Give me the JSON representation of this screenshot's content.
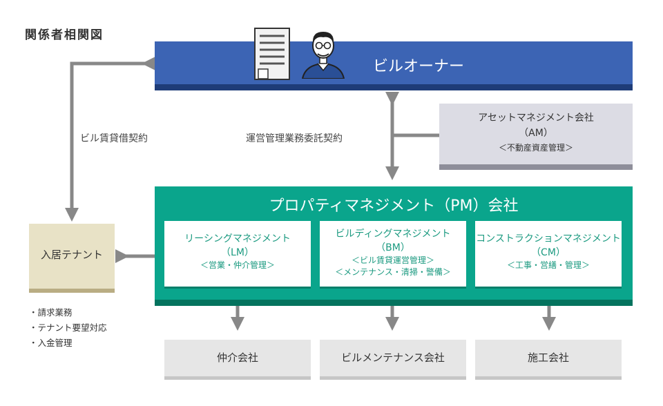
{
  "title": "関係者相関図",
  "owner": {
    "label": "ビルオーナー"
  },
  "contracts": {
    "lease": "ビル賃貸借契約",
    "management": "運営管理業務委託契約"
  },
  "am": {
    "name": "アセットマネジメント会社",
    "abbr": "（AM）",
    "desc": "＜不動産資産管理＞"
  },
  "pm": {
    "title": "プロパティマネジメント（PM）会社",
    "units": [
      {
        "name": "リーシングマネジメント",
        "abbr": "（LM）",
        "desc": [
          "＜営業・仲介管理＞"
        ]
      },
      {
        "name": "ビルディングマネジメント",
        "abbr": "（BM）",
        "desc": [
          "＜ビル賃貸運営管理＞",
          "＜メンテナンス・清掃・警備＞"
        ]
      },
      {
        "name": "コンストラクションマネジメント",
        "abbr": "（CM）",
        "desc": [
          "＜工事・営繕・管理＞"
        ]
      }
    ]
  },
  "tenant": {
    "label": "入居テナント",
    "duties": [
      "・請求業務",
      "・テナント要望対応",
      "・入金管理"
    ]
  },
  "contractors": [
    "仲介会社",
    "ビルメンテナンス会社",
    "施工会社"
  ],
  "colors": {
    "owner": "#3c64b4",
    "pm": "#0aa58c",
    "am": "#dcdce4",
    "tenant": "#e8e2c6",
    "arrow": "#888888"
  }
}
